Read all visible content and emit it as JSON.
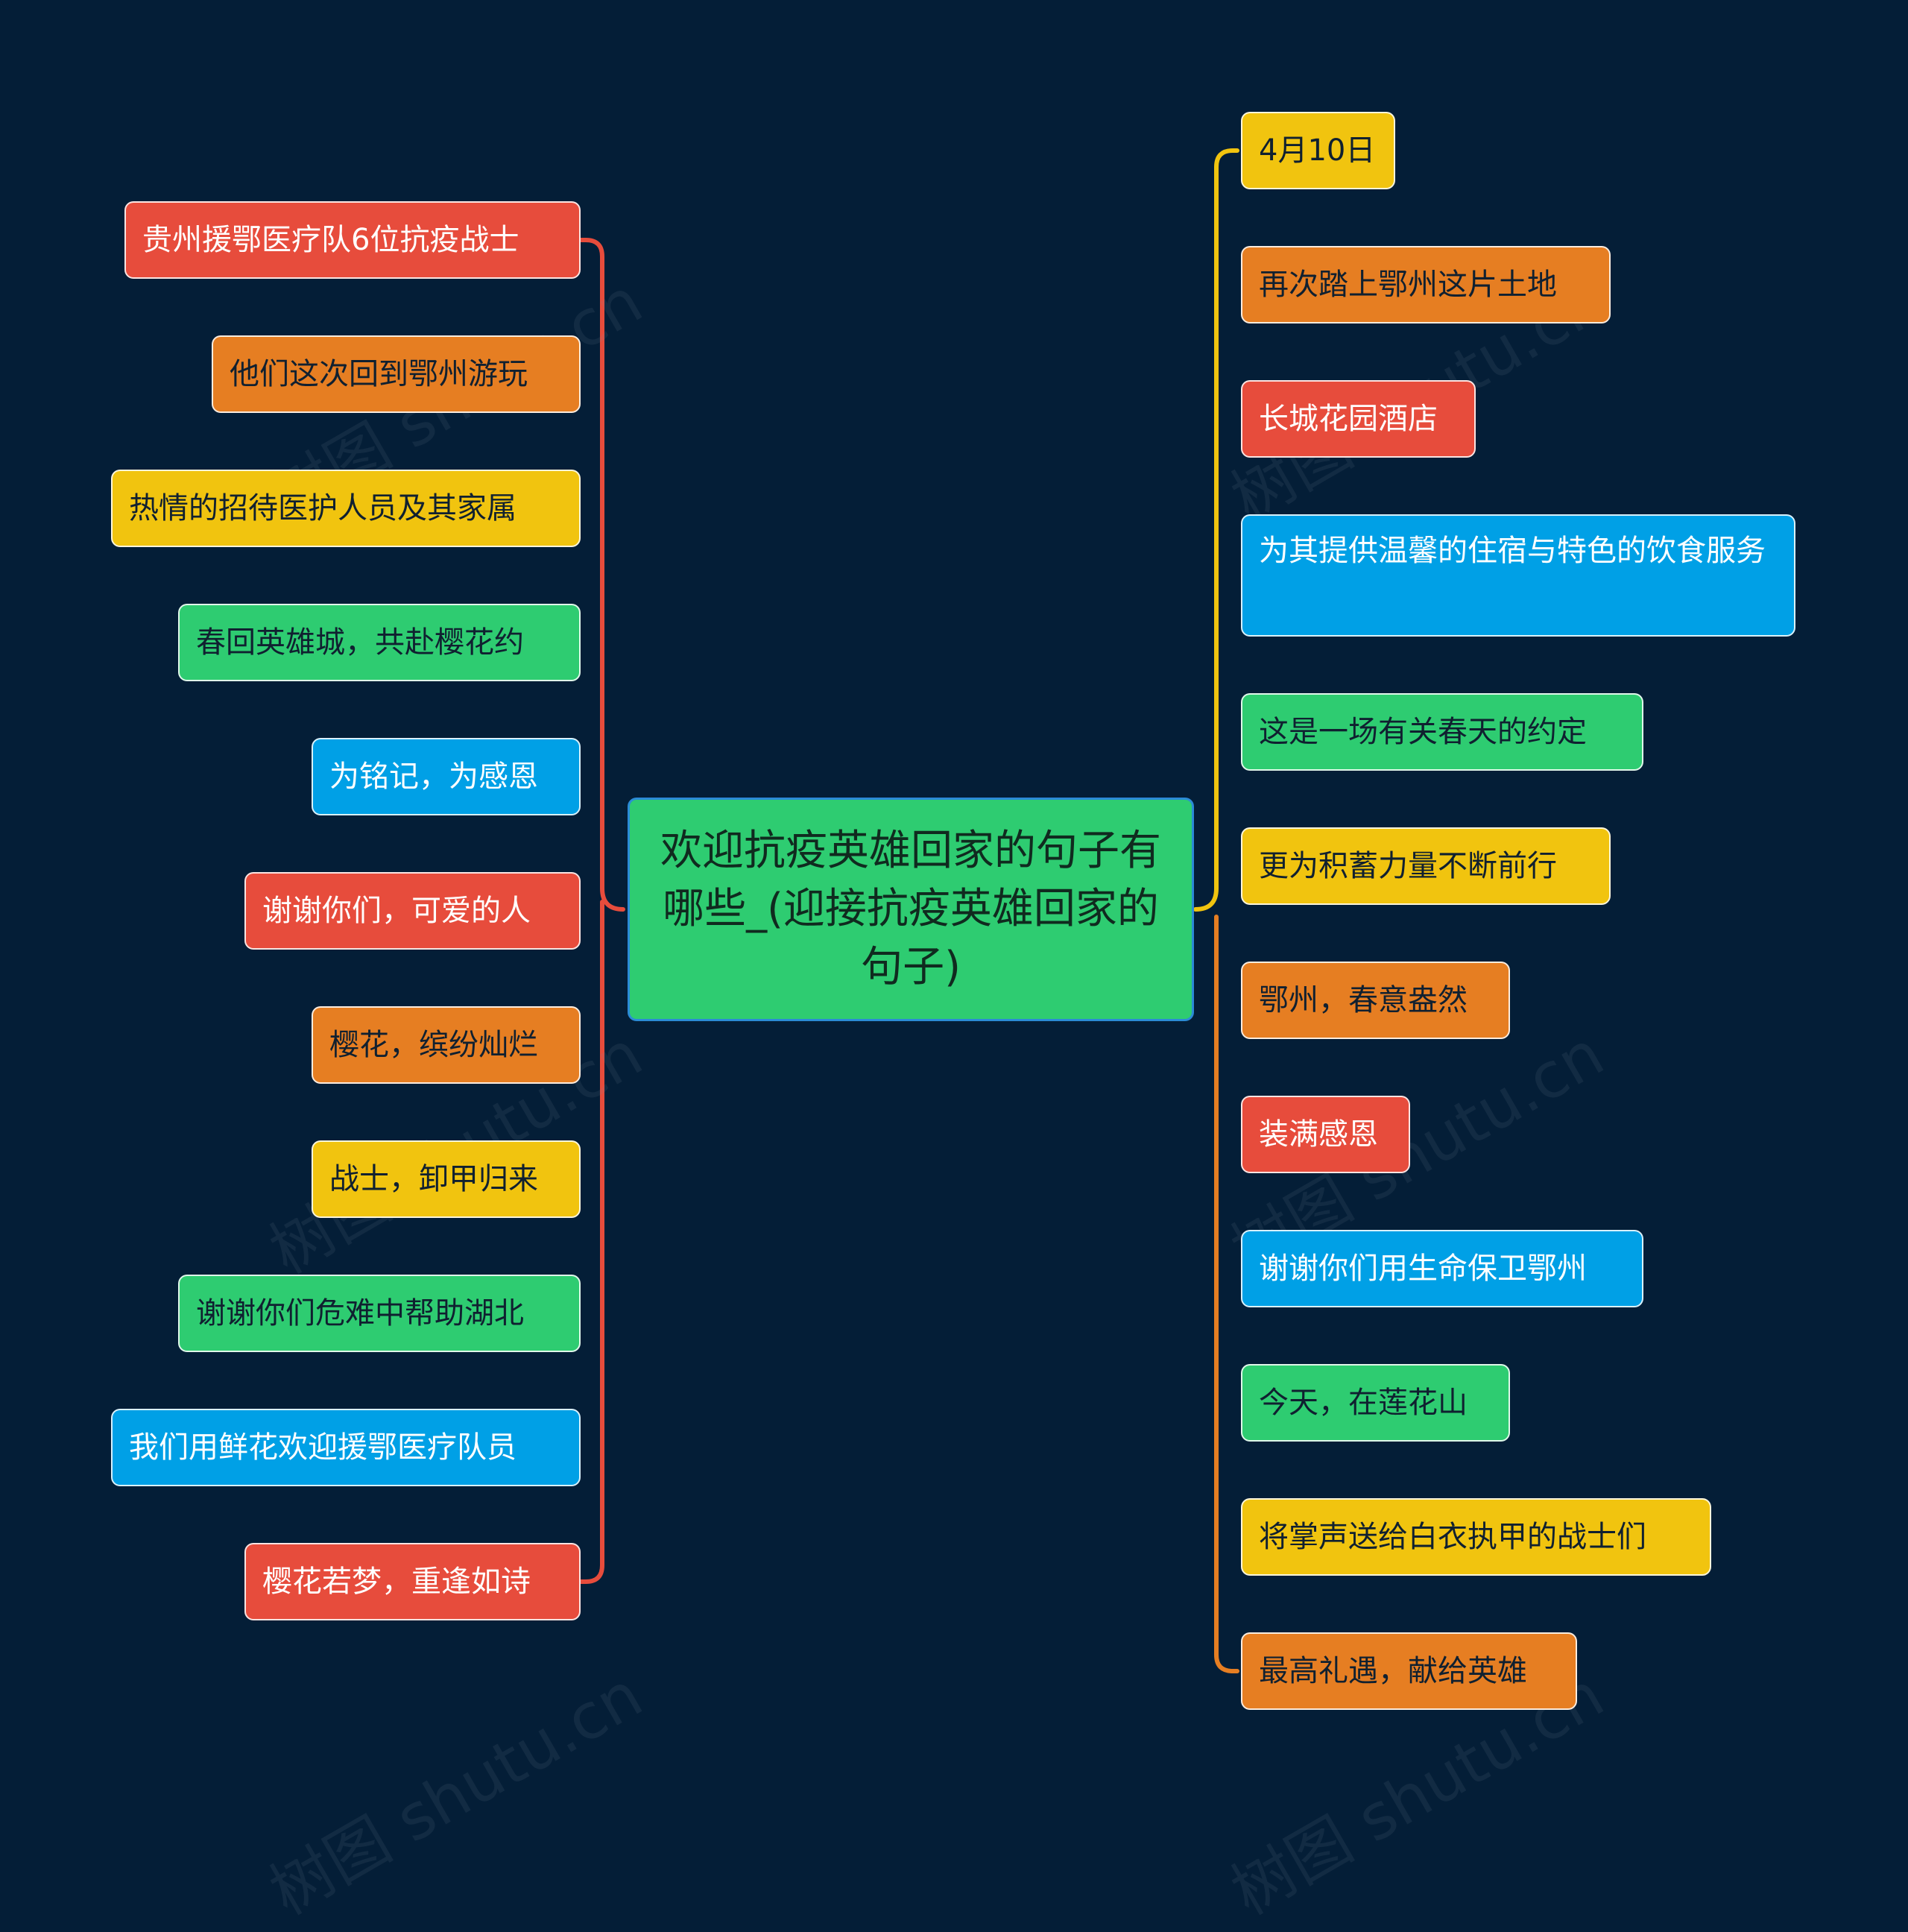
{
  "root": {
    "label": "欢迎抗疫英雄回家的句子有哪些_(迎接抗疫英雄回家的句子)",
    "color": "#2ecc71"
  },
  "left_branch": {
    "line_color": "#e74c3c",
    "items": [
      {
        "label": "贵州援鄂医疗队6位抗疫战士",
        "color": "#e74c3c"
      },
      {
        "label": "他们这次回到鄂州游玩",
        "color": "#e67e22"
      },
      {
        "label": "热情的招待医护人员及其家属",
        "color": "#f1c40f"
      },
      {
        "label": "春回英雄城，共赴樱花约",
        "color": "#2ecc71"
      },
      {
        "label": "为铭记，为感恩",
        "color": "#00a0e6"
      },
      {
        "label": "谢谢你们，可爱的人",
        "color": "#e74c3c"
      },
      {
        "label": "樱花，缤纷灿烂",
        "color": "#e67e22"
      },
      {
        "label": "战士，卸甲归来",
        "color": "#f1c40f"
      },
      {
        "label": "谢谢你们危难中帮助湖北",
        "color": "#2ecc71"
      },
      {
        "label": "我们用鲜花欢迎援鄂医疗队员",
        "color": "#00a0e6"
      },
      {
        "label": "樱花若梦，重逢如诗",
        "color": "#e74c3c"
      }
    ]
  },
  "right_branch": {
    "upper_line_color": "#f1c40f",
    "lower_line_color": "#e67e22",
    "items": [
      {
        "label": "4月10日",
        "color": "#f1c40f"
      },
      {
        "label": "再次踏上鄂州这片土地",
        "color": "#e67e22"
      },
      {
        "label": "长城花园酒店",
        "color": "#e74c3c"
      },
      {
        "label": "为其提供温馨的住宿与特色的饮食服务",
        "color": "#00a0e6"
      },
      {
        "label": "这是一场有关春天的约定",
        "color": "#2ecc71"
      },
      {
        "label": "更为积蓄力量不断前行",
        "color": "#f1c40f"
      },
      {
        "label": "鄂州，春意盎然",
        "color": "#e67e22"
      },
      {
        "label": "装满感恩",
        "color": "#e74c3c"
      },
      {
        "label": "谢谢你们用生命保卫鄂州",
        "color": "#00a0e6"
      },
      {
        "label": "今天，在莲花山",
        "color": "#2ecc71"
      },
      {
        "label": "将掌声送给白衣执甲的战士们",
        "color": "#f1c40f"
      },
      {
        "label": "最高礼遇，献给英雄",
        "color": "#e67e22"
      }
    ]
  },
  "watermark": {
    "text": "树图 shutu.cn"
  }
}
